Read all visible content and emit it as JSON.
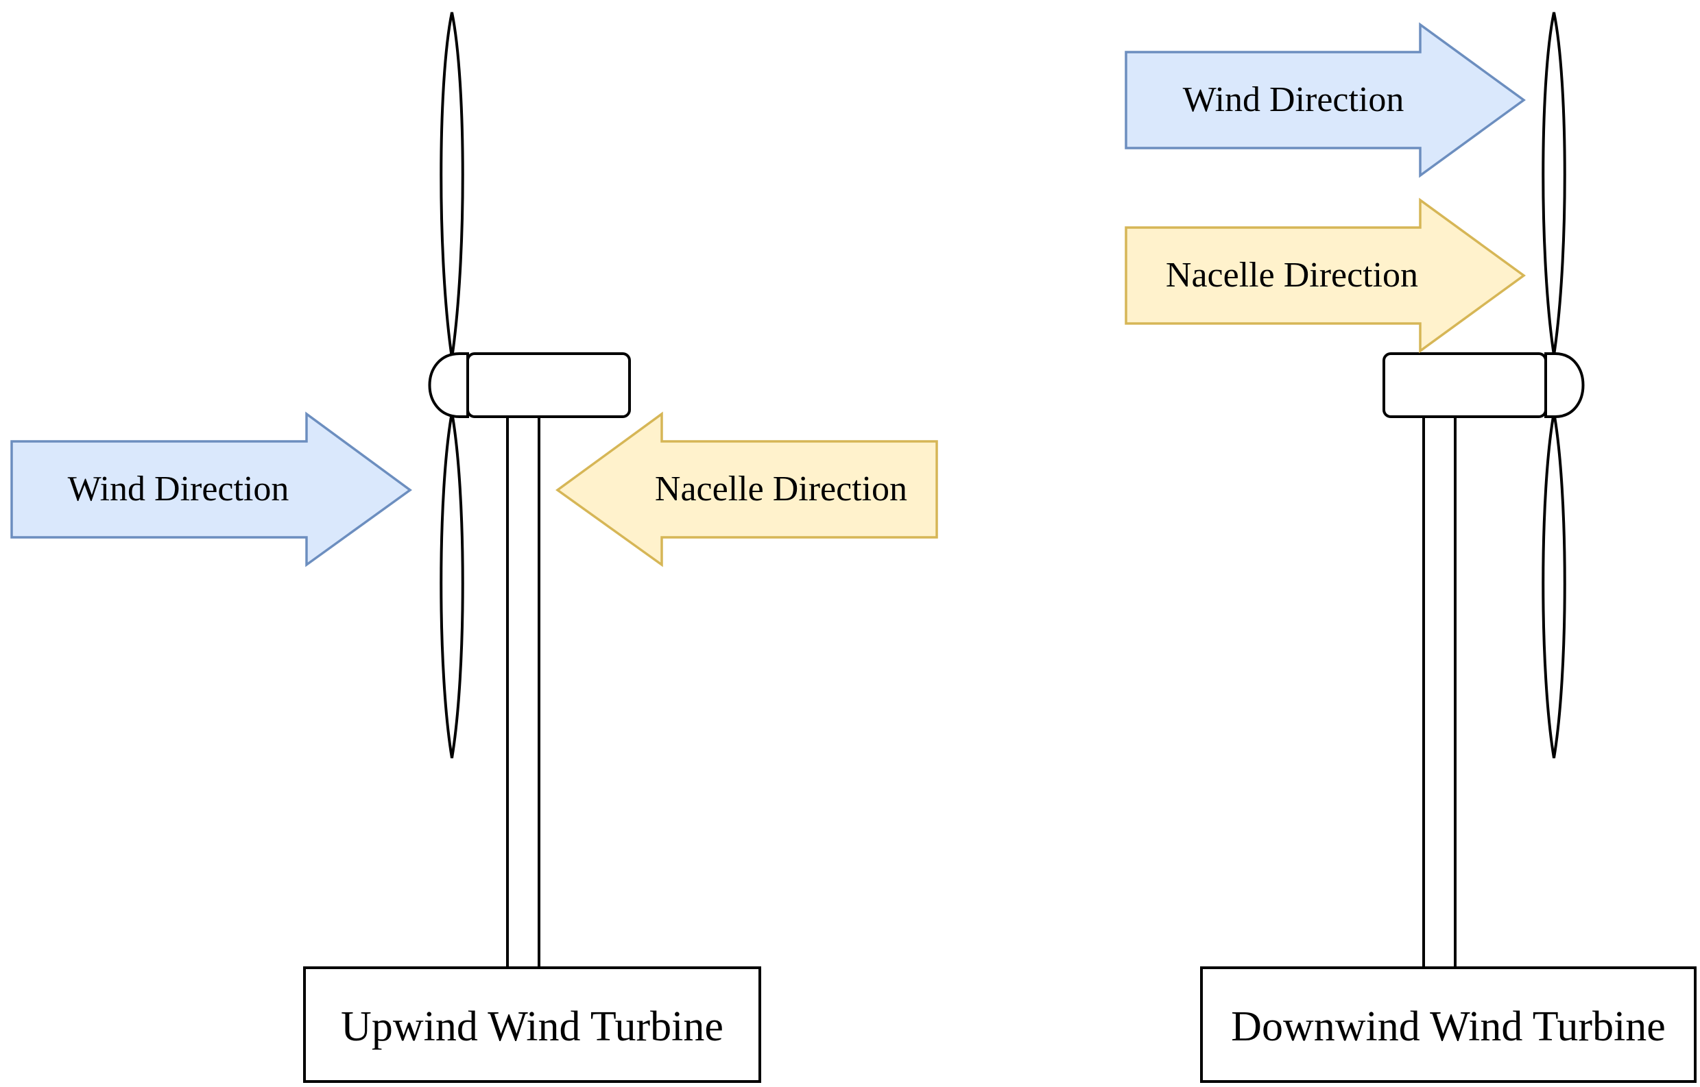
{
  "colors": {
    "wind_fill": "#dae8fc",
    "wind_stroke": "#6c8ebf",
    "nacelle_fill": "#fff2cc",
    "nacelle_stroke": "#d6b656",
    "line": "#000000",
    "background": "#ffffff"
  },
  "upwind": {
    "label": "Upwind Wind Turbine",
    "wind_arrow": {
      "label": "Wind Direction",
      "direction": "right"
    },
    "nacelle_arrow": {
      "label": "Nacelle Direction",
      "direction": "left"
    }
  },
  "downwind": {
    "label": "Downwind Wind Turbine",
    "wind_arrow": {
      "label": "Wind Direction",
      "direction": "right"
    },
    "nacelle_arrow": {
      "label": "Nacelle Direction",
      "direction": "right"
    }
  }
}
